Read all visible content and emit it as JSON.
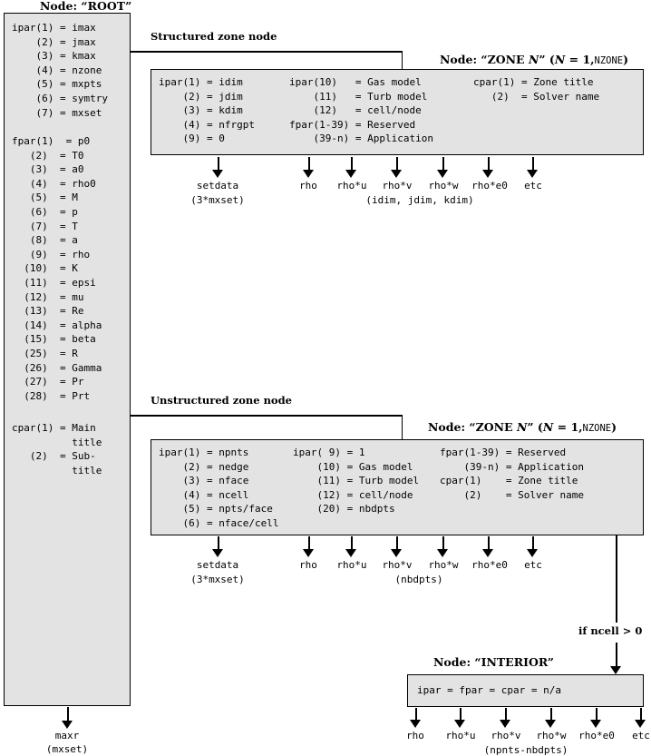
{
  "diagram": {
    "title_root": "Node: “ROOT”",
    "label_structured": "Structured zone node",
    "label_unstructured": "Unstructured zone node",
    "title_zone": "Node: “ZONE N” (N = 1, NZONE)",
    "title_zone_prefix": "Node: “ZONE ",
    "title_zone_n": "N",
    "title_zone_mid": "” (",
    "title_zone_n2": "N",
    "title_zone_eq": " = 1,",
    "title_zone_nzone": "NZONE",
    "title_zone_suffix": ")",
    "title_interior": "Node: “INTERIOR”",
    "condition_ncell": "if ncell > 0"
  },
  "root_node": {
    "ipar_block": "ipar(1) = imax\n    (2) = jmax\n    (3) = kmax\n    (4) = nzone\n    (5) = mxpts\n    (6) = symtry\n    (7) = mxset",
    "fpar_block": "fpar(1)  = p0\n   (2)  = T0\n   (3)  = a0\n   (4)  = rho0\n   (5)  = M\n   (6)  = p\n   (7)  = T\n   (8)  = a\n   (9)  = rho\n  (10)  = K\n  (11)  = epsi\n  (12)  = mu\n  (13)  = Re\n  (14)  = alpha\n  (15)  = beta\n  (25)  = R\n  (26)  = Gamma\n  (27)  = Pr\n  (28)  = Prt",
    "cpar_block": "cpar(1) = Main\n          title\n   (2)  = Sub-\n          title",
    "outputs": [
      {
        "label": "maxr",
        "sub": "(mxset)"
      }
    ]
  },
  "structured_zone": {
    "col1": "ipar(1) = idim\n    (2) = jdim\n    (3) = kdim\n    (4) = nfrgpt\n    (9) = 0",
    "col2": "ipar(10)   = Gas model\n    (11)   = Turb model\n    (12)   = cell/node\nfpar(1-39) = Reserved\n    (39-n) = Application",
    "col3": "cpar(1) = Zone title\n   (2)  = Solver name",
    "outputs": [
      {
        "label": "setdata",
        "sub": "(3*mxset)"
      },
      {
        "label": "rho",
        "sub": ""
      },
      {
        "label": "rho*u",
        "sub": ""
      },
      {
        "label": "rho*v",
        "sub": ""
      },
      {
        "label": "rho*w",
        "sub": ""
      },
      {
        "label": "rho*e0",
        "sub": ""
      },
      {
        "label": "etc",
        "sub": ""
      }
    ],
    "dims_note": "(idim, jdim, kdim)"
  },
  "unstructured_zone": {
    "col1": "ipar(1) = npnts\n    (2) = nedge\n    (3) = nface\n    (4) = ncell\n    (5) = npts/face\n    (6) = nface/cell",
    "col2": "ipar( 9) = 1\n    (10) = Gas model\n    (11) = Turb model\n    (12) = cell/node\n    (20) = nbdpts",
    "col3": "fpar(1-39) = Reserved\n    (39-n) = Application\ncpar(1)    = Zone title\n    (2)    = Solver name",
    "outputs": [
      {
        "label": "setdata",
        "sub": "(3*mxset)"
      },
      {
        "label": "rho",
        "sub": ""
      },
      {
        "label": "rho*u",
        "sub": ""
      },
      {
        "label": "rho*v",
        "sub": ""
      },
      {
        "label": "rho*w",
        "sub": ""
      },
      {
        "label": "rho*e0",
        "sub": ""
      },
      {
        "label": "etc",
        "sub": ""
      }
    ],
    "dims_note": "(nbdpts)"
  },
  "interior_node": {
    "body": "ipar = fpar = cpar = n/a",
    "outputs": [
      {
        "label": "rho",
        "sub": ""
      },
      {
        "label": "rho*u",
        "sub": ""
      },
      {
        "label": "rho*v",
        "sub": ""
      },
      {
        "label": "rho*w",
        "sub": ""
      },
      {
        "label": "rho*e0",
        "sub": ""
      },
      {
        "label": "etc",
        "sub": ""
      }
    ],
    "dims_note": "(npnts-nbdpts)"
  },
  "colors": {
    "box_fill": "#e3e3e3",
    "line": "#000000",
    "page_bg": "#ffffff"
  }
}
